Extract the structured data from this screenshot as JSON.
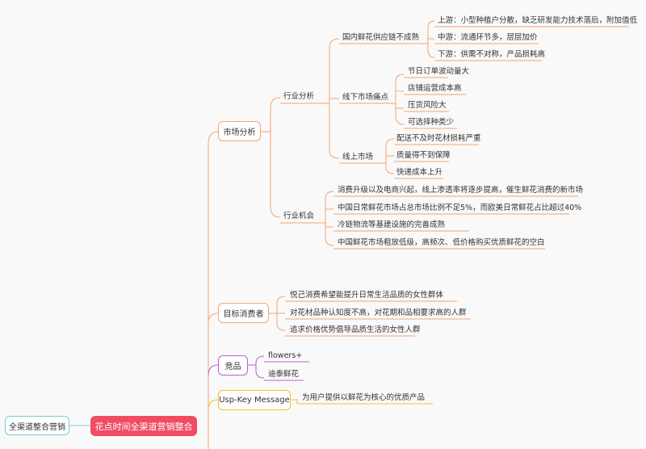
{
  "colors": {
    "orange": "#f3a46f",
    "purple": "#b761d1",
    "yellow": "#f1c232",
    "teal": "#76cfd6",
    "root": "#f04c64"
  },
  "left_node": "全渠道整合营销",
  "root": "花点时间全渠道营销整合",
  "market": {
    "label": "市场分析",
    "industry": {
      "label": "行业分析",
      "domestic": {
        "label": "国内鲜花供应链不成熟",
        "items": [
          "上游：小型种植户分散，缺乏研发能力技术落后，附加值低",
          "中游：流通环节多，层层加价",
          "下游：供需不对称，产品损耗高"
        ]
      },
      "offline": {
        "label": "线下市场痛点",
        "items": [
          "节日订单波动量大",
          "店铺运营成本高",
          "压货风险大",
          "可选择种类少"
        ]
      },
      "online": {
        "label": "线上市场",
        "items": [
          "配送不及时花材损耗严重",
          "质量得不到保障",
          "快递成本上升"
        ]
      }
    },
    "opportunity": {
      "label": "行业机会",
      "items": [
        "消费升级以及电商兴起，线上渗透率将逐步提高，催生鲜花消费的新市场",
        "中国日常鲜花市场占总市场比例不足5%，而欧美日常鲜花占比超过40%",
        "冷链物流等基建设施的完善成熟",
        "中国鲜花市场粗放低级，高频次、低价格购买优质鲜花的空白"
      ]
    }
  },
  "target": {
    "label": "目标消费者",
    "items": [
      "悦己消费希望能提升日常生活品质的女性群体",
      "对花材品种认知度不高，对花期和品相要求高的人群",
      "追求价格优势倡导品质生活的女性人群"
    ]
  },
  "competitors": {
    "label": "竞品",
    "items": [
      "flowers+",
      "迪泰鲜花"
    ]
  },
  "usp": {
    "label": "Usp-Key Message",
    "items": [
      "为用户提供以鲜花为核心的优质产品"
    ]
  }
}
